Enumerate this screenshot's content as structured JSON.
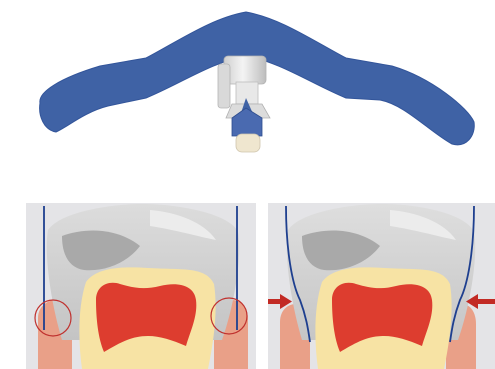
{
  "colors": {
    "band_blue": "#3f62a5",
    "band_edge": "#2e4d8e",
    "crown_light": "#d6d6d6",
    "crown_mid": "#bdbdbd",
    "crown_dark": "#9a9a9a",
    "gingiva_bg": "#e3e3e6",
    "gingiva_pink": "#e9a088",
    "dentin": "#f7e3a4",
    "pulp": "#dd3d2f",
    "matrix_line": "#1e3f8f",
    "circle": "#c0312e",
    "arrow": "#c22a24"
  },
  "panels": {
    "top": {
      "items": [
        "matrix-band",
        "retainer-clip"
      ]
    },
    "left": {
      "items": [
        "straight-matrix",
        "contact-circle-left",
        "contact-circle-right"
      ]
    },
    "right": {
      "items": [
        "wedge-adapted-matrix",
        "arrow-left",
        "arrow-right"
      ]
    }
  }
}
